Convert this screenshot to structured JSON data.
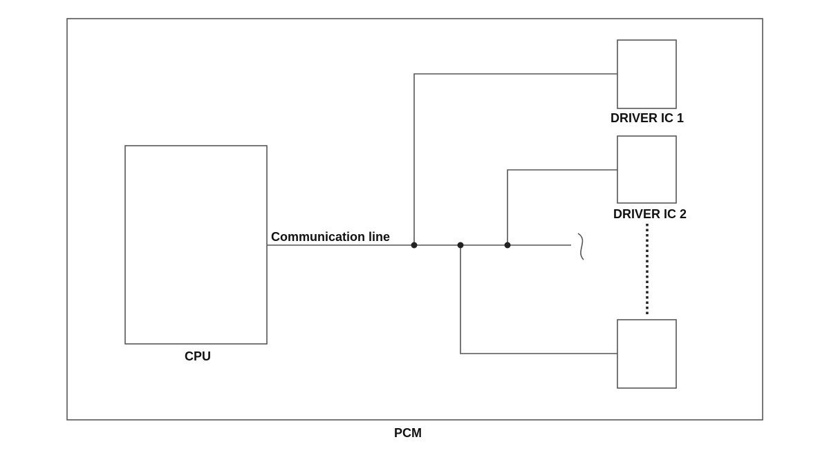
{
  "pcm": {
    "label": "PCM"
  },
  "cpu": {
    "label": "CPU"
  },
  "bus": {
    "label": "Communication line"
  },
  "drivers": [
    {
      "label": "DRIVER IC 1"
    },
    {
      "label": "DRIVER IC 2"
    },
    {
      "label": ""
    }
  ],
  "colors": {
    "line": "#555555",
    "node": "#222222",
    "text": "#111111"
  }
}
